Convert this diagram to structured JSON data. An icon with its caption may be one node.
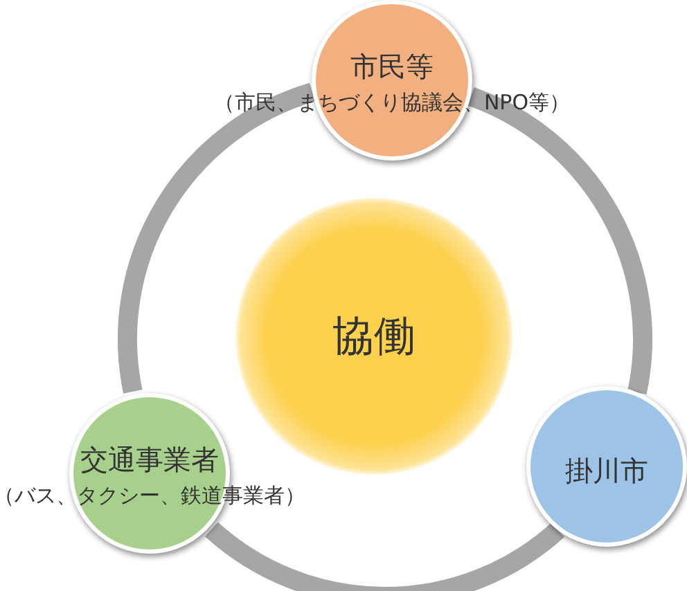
{
  "diagram": {
    "nodes": [
      {
        "text": [
          "市民等",
          "（市民、まちづくり協議会、NPO等）"
        ]
      },
      {
        "text": [
          "協働"
        ]
      },
      {
        "text": [
          "交通事業者",
          "（バス、タクシー、鉄道事業者）"
        ]
      },
      {
        "text": [
          "掛川市"
        ]
      }
    ],
    "edges": [
      {
        "from": 0,
        "to": 3,
        "arrow": "none"
      },
      {
        "from": 3,
        "to": 2,
        "arrow": "none"
      },
      {
        "from": 2,
        "to": 0,
        "arrow": "none"
      }
    ]
  }
}
